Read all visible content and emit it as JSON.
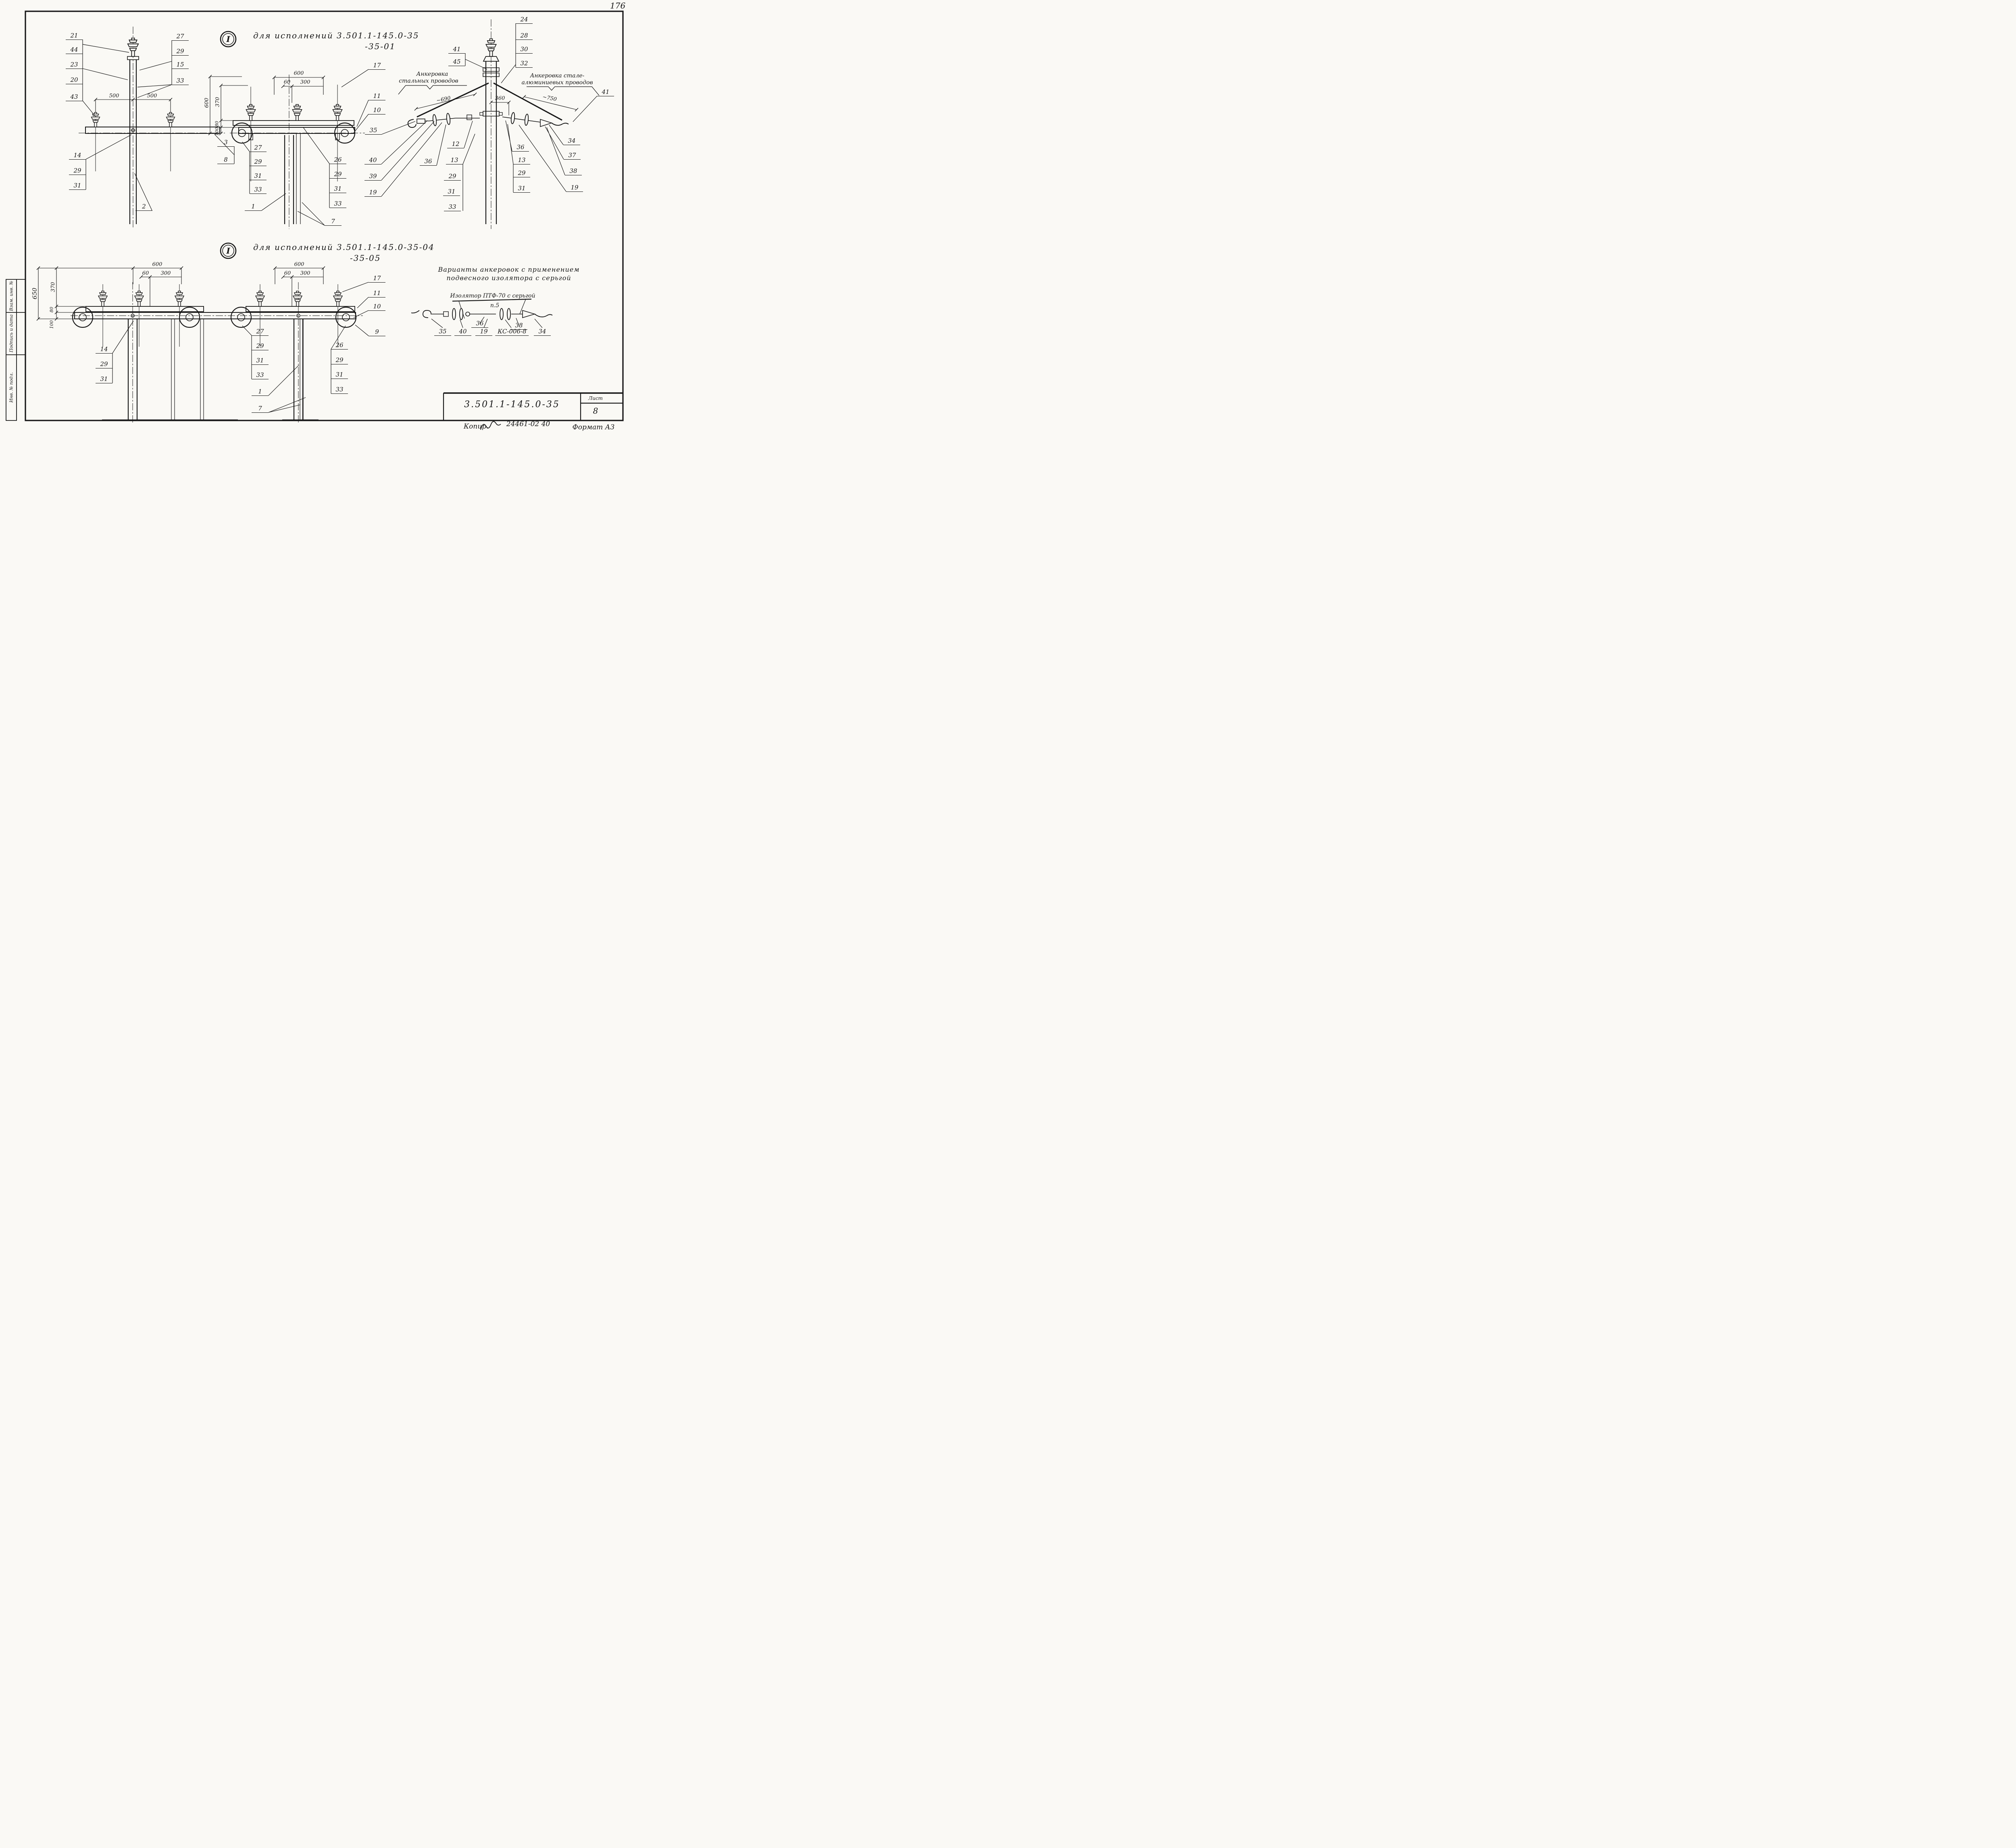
{
  "page": {
    "corner_note": "176",
    "side_strip": {
      "top": "Взам. инв. №",
      "middle": "Подпись и дата",
      "bottom": "Инв. № подл."
    },
    "title_block": {
      "code": "3.501.1-145.0-35",
      "sheet_label": "Лист",
      "sheet_no": "8"
    },
    "footer": {
      "kopir": "Копир.",
      "doc_no": "24461-02  40",
      "format": "Формат А3"
    }
  },
  "view1": {
    "marker": "I",
    "title": "для исполнений  3.501.1-145.0-35",
    "subtitle": "-35-01",
    "dims": {
      "span_l": "500",
      "span_r": "500",
      "w600": "600",
      "w60": "60",
      "w300": "300",
      "h600": "600",
      "h370": "370",
      "h80": "80",
      "h100": "100"
    },
    "callouts_left": [
      "21",
      "44",
      "23",
      "20",
      "43"
    ],
    "callouts_right": [
      "27",
      "29",
      "15",
      "33"
    ],
    "pole_stack": [
      "14",
      "29",
      "31"
    ],
    "label_2": "2",
    "bracket_3": "3",
    "bracket_8": "8",
    "stack_mid": [
      "27",
      "29",
      "31",
      "33"
    ],
    "stack_right": [
      "26",
      "29",
      "31",
      "33"
    ],
    "side_labels": [
      "17",
      "11",
      "10"
    ],
    "label_1": "1",
    "label_7": "7"
  },
  "anchor": {
    "label_35": "35",
    "caption_left": [
      "Анкеровка",
      "стальных проводов"
    ],
    "caption_right": [
      "Анкеровка стале-",
      "алюминиевых проводов"
    ],
    "dim_left": "~690",
    "dim_mid": "360",
    "dim_right": "~750",
    "poletop_labels": [
      "41",
      "45"
    ],
    "stack_topright": [
      "24",
      "28",
      "30",
      "32"
    ],
    "label_41_right": "41",
    "left_stack": [
      "40",
      "39",
      "19"
    ],
    "label_12": "12",
    "label_36_left": "36",
    "mid_stack": [
      "13",
      "29",
      "31",
      "33"
    ],
    "label_36_right": "36",
    "right_stack": [
      "13",
      "29",
      "31"
    ],
    "far_right": [
      "34",
      "37",
      "38",
      "19"
    ]
  },
  "view2": {
    "marker": "I",
    "title": "для исполнений 3.501.1-145.0-35-04",
    "subtitle": "-35-05",
    "dims": {
      "h650": "650",
      "h370": "370",
      "h80": "80",
      "h100": "100",
      "l600": "600",
      "l60": "60",
      "l300": "300",
      "r600": "600",
      "r60": "60",
      "r300": "300"
    },
    "side_labels": [
      "17",
      "11",
      "10",
      "9"
    ],
    "pole_stack": [
      "14",
      "29",
      "31"
    ],
    "stack_mid": [
      "27",
      "29",
      "31",
      "33"
    ],
    "stack_right": [
      "26",
      "29",
      "31",
      "33"
    ],
    "label_1": "1",
    "label_7": "7"
  },
  "variants": {
    "title_line1": "Варианты анкеровок с применением",
    "title_line2": "подвесного изолятора с серьгой",
    "insulator_label": "Изолятор ПТФ-70 с серьгой",
    "note": "п.5",
    "upper_labels": [
      "36",
      "38"
    ],
    "bottom_labels": [
      "35",
      "40",
      "19",
      "КС-006-8",
      "34"
    ]
  }
}
